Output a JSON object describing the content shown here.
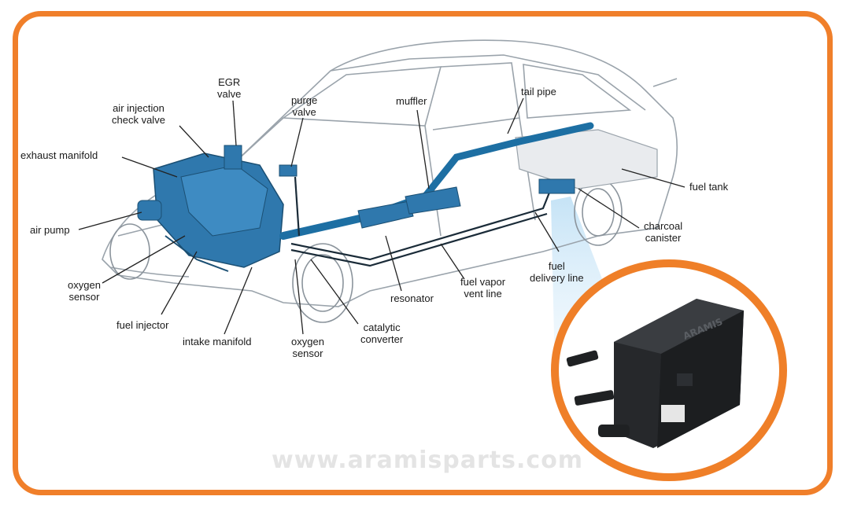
{
  "labels": {
    "egr_valve": [
      "EGR",
      "valve"
    ],
    "air_injection_check_valve": [
      "air injection",
      "check valve"
    ],
    "purge_valve": [
      "purge",
      "valve"
    ],
    "muffler": "muffler",
    "tail_pipe": "tail pipe",
    "exhaust_manifold": "exhaust manifold",
    "fuel_tank": "fuel tank",
    "air_pump": "air pump",
    "charcoal_canister": [
      "charcoal",
      "canister"
    ],
    "fuel_delivery_line": [
      "fuel",
      "delivery line"
    ],
    "oxygen_sensor_front": [
      "oxygen",
      "sensor"
    ],
    "fuel_vapor_vent_line": [
      "fuel vapor",
      "vent line"
    ],
    "resonator": "resonator",
    "fuel_injector": "fuel injector",
    "catalytic_converter": [
      "catalytic",
      "converter"
    ],
    "intake_manifold": "intake manifold",
    "oxygen_sensor_rear": [
      "oxygen",
      "sensor"
    ]
  },
  "watermark": "www.aramisparts.com",
  "inset_brand": "ARAMIS",
  "colors": {
    "frame": "#f07f2a",
    "highlight_blue": "#1d6fa3",
    "car_outline": "#9aa3ab"
  },
  "icons": [
    "car-diagram",
    "charcoal-canister-photo"
  ]
}
